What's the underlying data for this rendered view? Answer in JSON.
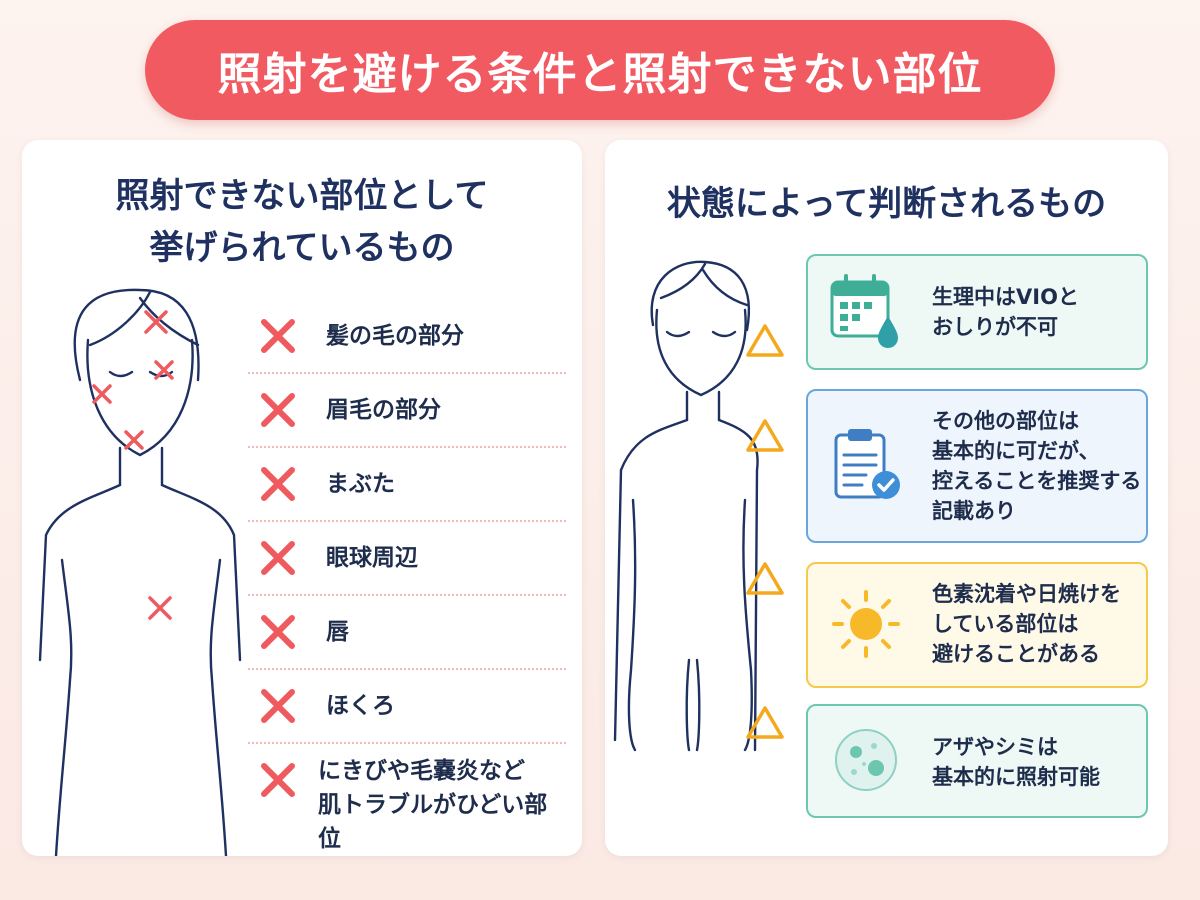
{
  "title": "照射を避ける条件と照射できない部位",
  "left_panel": {
    "title_line1": "照射できない部位として",
    "title_line2": "挙げられているもの",
    "items": [
      {
        "label": "髪の毛の部分"
      },
      {
        "label": "眉毛の部分"
      },
      {
        "label": "まぶた"
      },
      {
        "label": "眼球周辺"
      },
      {
        "label": "唇"
      },
      {
        "label": "ほくろ"
      },
      {
        "label_line1": "にきびや毛嚢炎など",
        "label_line2": "肌トラブルがひどい部位"
      }
    ]
  },
  "right_panel": {
    "title": "状態によって判断されるもの",
    "cards": [
      {
        "icon": "calendar-drop-icon",
        "line1": "生理中はVIOと",
        "line2": "おしりが不可"
      },
      {
        "icon": "clipboard-check-icon",
        "line1": "その他の部位は",
        "line2": "基本的に可だが、",
        "line3": "控えることを推奨する",
        "line4": "記載あり"
      },
      {
        "icon": "sun-icon",
        "line1": "色素沈着や日焼けを",
        "line2": "している部位は",
        "line3": "避けることがある"
      },
      {
        "icon": "spots-icon",
        "line1": "アザやシミは",
        "line2": "基本的に照射可能"
      }
    ]
  },
  "colors": {
    "banner": "#f25a62",
    "x_mark": "#ef5a5f",
    "triangle": "#f4a91d",
    "card_green": "#6cc6b0",
    "card_blue": "#6aa6dd",
    "card_yellow": "#f5c94a",
    "navy": "#1f3160"
  }
}
